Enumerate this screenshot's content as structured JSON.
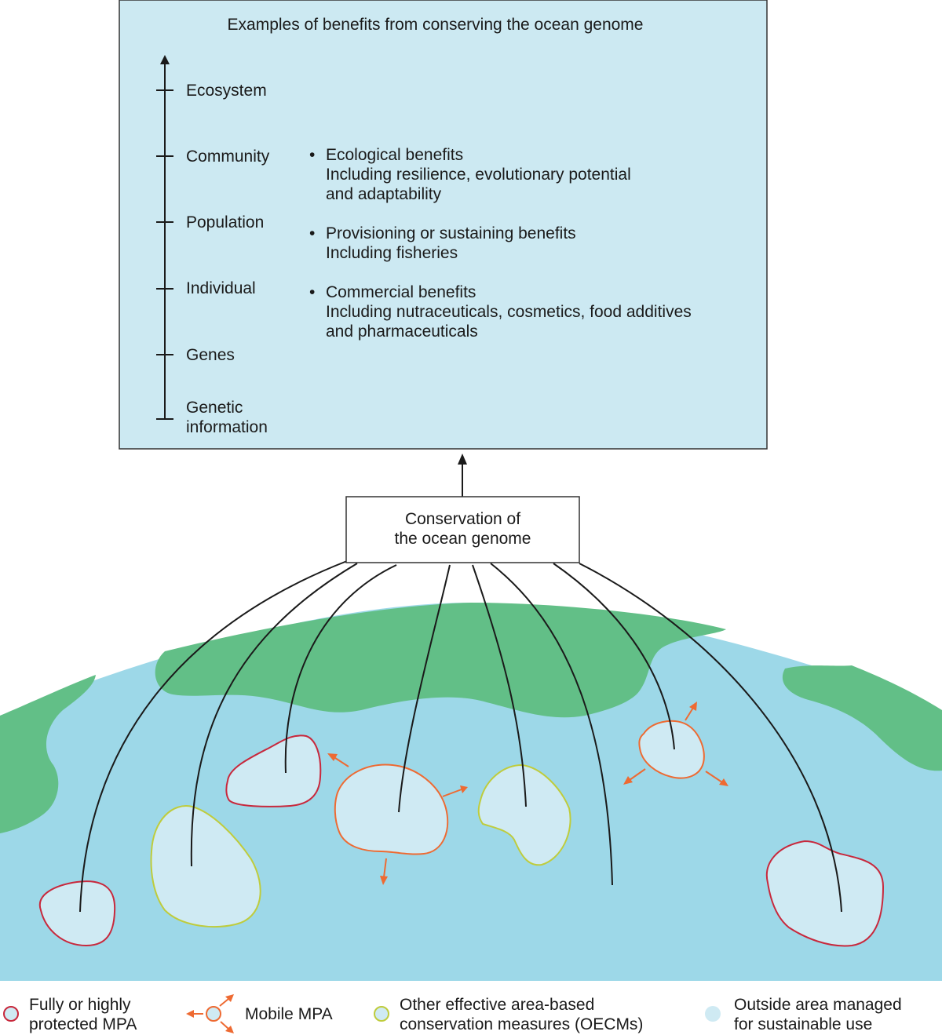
{
  "panel": {
    "title": "Examples of benefits from conserving the ocean genome",
    "scale_levels": [
      "Ecosystem",
      "Community",
      "Population",
      "Individual",
      "Genes",
      "Genetic",
      "information"
    ],
    "benefits": [
      {
        "heading": "Ecological benefits",
        "detail_1": "Including resilience, evolutionary potential",
        "detail_2": "and adaptability"
      },
      {
        "heading": "Provisioning or sustaining benefits",
        "detail_1": "Including fisheries",
        "detail_2": ""
      },
      {
        "heading": "Commercial benefits",
        "detail_1": "Including nutraceuticals, cosmetics, food additives",
        "detail_2": "and pharmaceuticals"
      }
    ]
  },
  "center_box": {
    "line_1": "Conservation of",
    "line_2": "the ocean genome"
  },
  "legend": [
    {
      "line_1": "Fully or highly",
      "line_2": "protected MPA"
    },
    {
      "line_1": "Mobile MPA",
      "line_2": ""
    },
    {
      "line_1": "Other effective area-based",
      "line_2": "conservation measures (OECMs)"
    },
    {
      "line_1": "Outside area managed",
      "line_2": "for sustainable use"
    }
  ],
  "colors": {
    "panel_bg": "#cce9f2",
    "ocean": "#9dd8e8",
    "land": "#62bf87",
    "area_fill": "#cfeaf3",
    "fully_protected": "#c8283c",
    "mobile": "#ee6a32",
    "oecm": "#bfcc3c",
    "line": "#1a1a1a"
  }
}
